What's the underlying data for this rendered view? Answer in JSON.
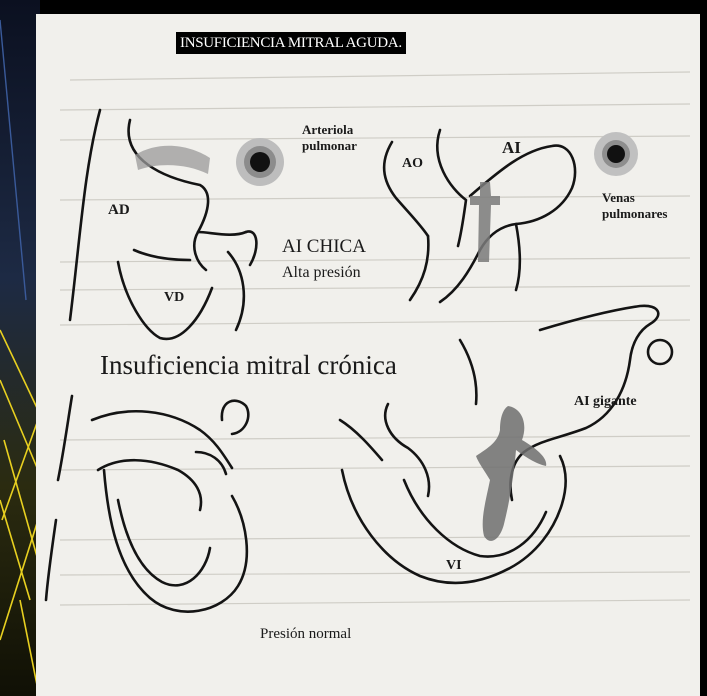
{
  "title": "INSUFICIENCIA MITRAL AGUDA.",
  "subtitle": "Insuficiencia mitral crónica",
  "labels": {
    "ad": "AD",
    "vd": "VD",
    "arteriola_line1": "Arteriola",
    "arteriola_line2": "pulmonar",
    "ao": "AO",
    "ai": "AI",
    "venas_line1": "Venas",
    "venas_line2": "pulmonares",
    "ai_chica": "AI CHICA",
    "alta_presion": "Alta presión",
    "ai_gigante": "AI gigante",
    "vi": "VI",
    "presion_normal": "Presión normal"
  },
  "colors": {
    "background": "#000000",
    "paper": "#f1f0ec",
    "ink": "#141414",
    "shading": "#8a8a8a"
  },
  "icons": {
    "left_frame": "decorative-yellow-lines"
  }
}
